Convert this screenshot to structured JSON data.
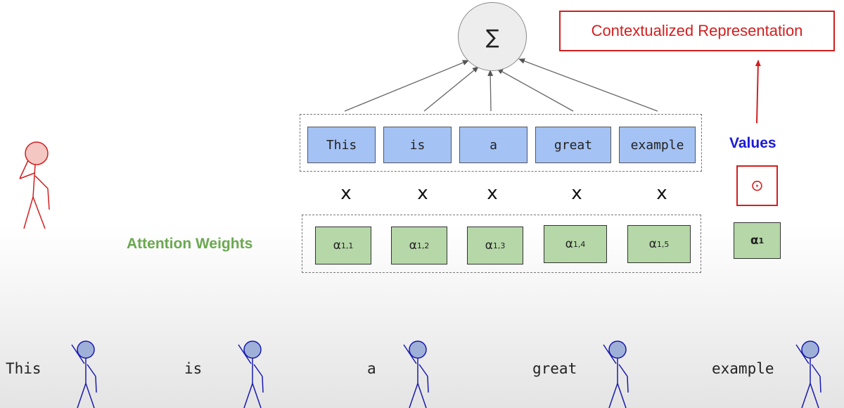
{
  "sum_symbol": "∑",
  "contextualized_label": "Contextualized Representation",
  "values_label": "Values",
  "attention_weights_label": "Attention Weights",
  "odot_symbol": "⊙",
  "multiply_symbol": "x",
  "value_tokens": [
    "This",
    "is",
    "a",
    "great",
    "example"
  ],
  "weights": [
    {
      "symbol": "α",
      "sub": "1,1"
    },
    {
      "symbol": "α",
      "sub": "1,2"
    },
    {
      "symbol": "α",
      "sub": "1,3"
    },
    {
      "symbol": "α",
      "sub": "1,4"
    },
    {
      "symbol": "α",
      "sub": "1,5"
    }
  ],
  "single_weight": {
    "symbol": "α",
    "sub": "1"
  },
  "sentence_words": [
    "This",
    "is",
    "a",
    "great",
    "example"
  ],
  "colors": {
    "red": "#d21f1f",
    "blue_figure": "#1a1ab0",
    "value_box": "#a4c2f4",
    "weight_box": "#b6d7a8",
    "values_label": "#1a1ad6",
    "attention_label": "#6aa84f"
  }
}
